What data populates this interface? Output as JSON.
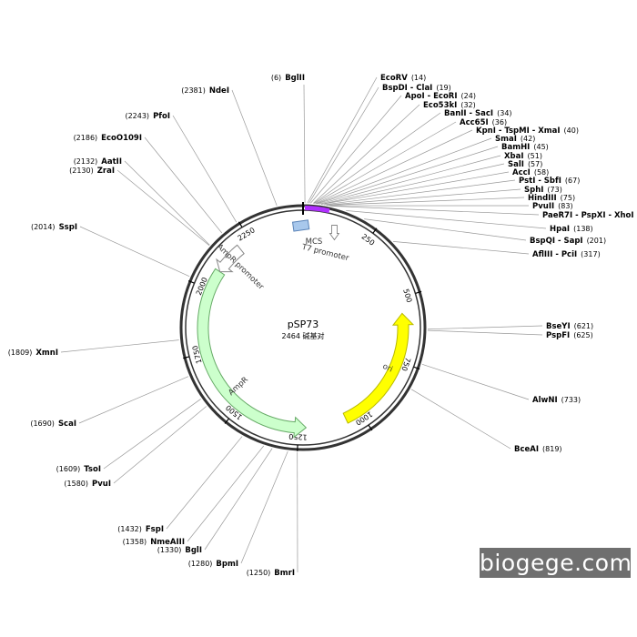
{
  "plasmid": {
    "name": "pSP73",
    "size_label": "2464 碱基对",
    "length": 2464
  },
  "features": [
    {
      "name": "ori",
      "start": 560,
      "end": 1060,
      "color": "#ffff00",
      "stroke": "#b8b800",
      "direction": "reverse"
    },
    {
      "name": "AmpR",
      "start": 1220,
      "end": 2080,
      "color": "#ccffcc",
      "stroke": "#66aa66",
      "direction": "reverse"
    },
    {
      "name": "AmpR promoter",
      "start": 2080,
      "end": 2200,
      "color": "#ffffff",
      "stroke": "#888888",
      "direction": "reverse"
    },
    {
      "name": "T7 promoter",
      "start": 120,
      "end": 140,
      "color": "#ffffff",
      "stroke": "#888888",
      "direction": "forward"
    },
    {
      "name": "MCS",
      "start": 2440,
      "end": 2445,
      "color": "#a8c8ec",
      "stroke": "#5b84b8",
      "direction": "none"
    }
  ],
  "mcs_band": {
    "start": 6,
    "end": 87,
    "color": "#b030ff"
  },
  "ticks": [
    "250",
    "500",
    "750",
    "1000",
    "1250",
    "1500",
    "1750",
    "2000",
    "2250"
  ],
  "sites": {
    "right": [
      {
        "name": "EcoRV",
        "pos": "(14)"
      },
      {
        "name": "BspDI - ClaI",
        "pos": "(19)"
      },
      {
        "name": "ApoI - EcoRI",
        "pos": "(24)"
      },
      {
        "name": "Eco53kI",
        "pos": "(32)"
      },
      {
        "name": "BanII - SacI",
        "pos": "(34)"
      },
      {
        "name": "Acc65I",
        "pos": "(36)"
      },
      {
        "name": "KpnI - TspMI - XmaI",
        "pos": "(40)"
      },
      {
        "name": "SmaI",
        "pos": "(42)"
      },
      {
        "name": "BamHI",
        "pos": "(45)"
      },
      {
        "name": "XbaI",
        "pos": "(51)"
      },
      {
        "name": "SalI",
        "pos": "(57)"
      },
      {
        "name": "AccI",
        "pos": "(58)"
      },
      {
        "name": "PstI - SbfI",
        "pos": "(67)"
      },
      {
        "name": "SphI",
        "pos": "(73)"
      },
      {
        "name": "HindIII",
        "pos": "(75)"
      },
      {
        "name": "PvuII",
        "pos": "(83)"
      },
      {
        "name": "PaeR7I - PspXI - XhoI",
        "pos": "(87)"
      },
      {
        "name": "HpaI",
        "pos": "(138)"
      },
      {
        "name": "BspQI - SapI",
        "pos": "(201)"
      },
      {
        "name": "AflIII - PciI",
        "pos": "(317)"
      },
      {
        "name": "BseYI",
        "pos": "(621)"
      },
      {
        "name": "PspFI",
        "pos": "(625)"
      },
      {
        "name": "AlwNI",
        "pos": "(733)"
      },
      {
        "name": "BceAI",
        "pos": "(819)"
      }
    ],
    "left": [
      {
        "name": "BglII",
        "pos": "(6)"
      },
      {
        "name": "NdeI",
        "pos": "(2381)"
      },
      {
        "name": "PfoI",
        "pos": "(2243)"
      },
      {
        "name": "EcoO109I",
        "pos": "(2186)"
      },
      {
        "name": "AatII",
        "pos": "(2132)"
      },
      {
        "name": "ZraI",
        "pos": "(2130)"
      },
      {
        "name": "SspI",
        "pos": "(2014)"
      },
      {
        "name": "XmnI",
        "pos": "(1809)"
      },
      {
        "name": "ScaI",
        "pos": "(1690)"
      },
      {
        "name": "TsoI",
        "pos": "(1609)"
      },
      {
        "name": "PvuI",
        "pos": "(1580)"
      },
      {
        "name": "FspI",
        "pos": "(1432)"
      },
      {
        "name": "NmeAIII",
        "pos": "(1358)"
      },
      {
        "name": "BglI",
        "pos": "(1330)"
      },
      {
        "name": "BpmI",
        "pos": "(1280)"
      },
      {
        "name": "BmrI",
        "pos": "(1250)"
      }
    ]
  },
  "watermark": "biogege.com"
}
